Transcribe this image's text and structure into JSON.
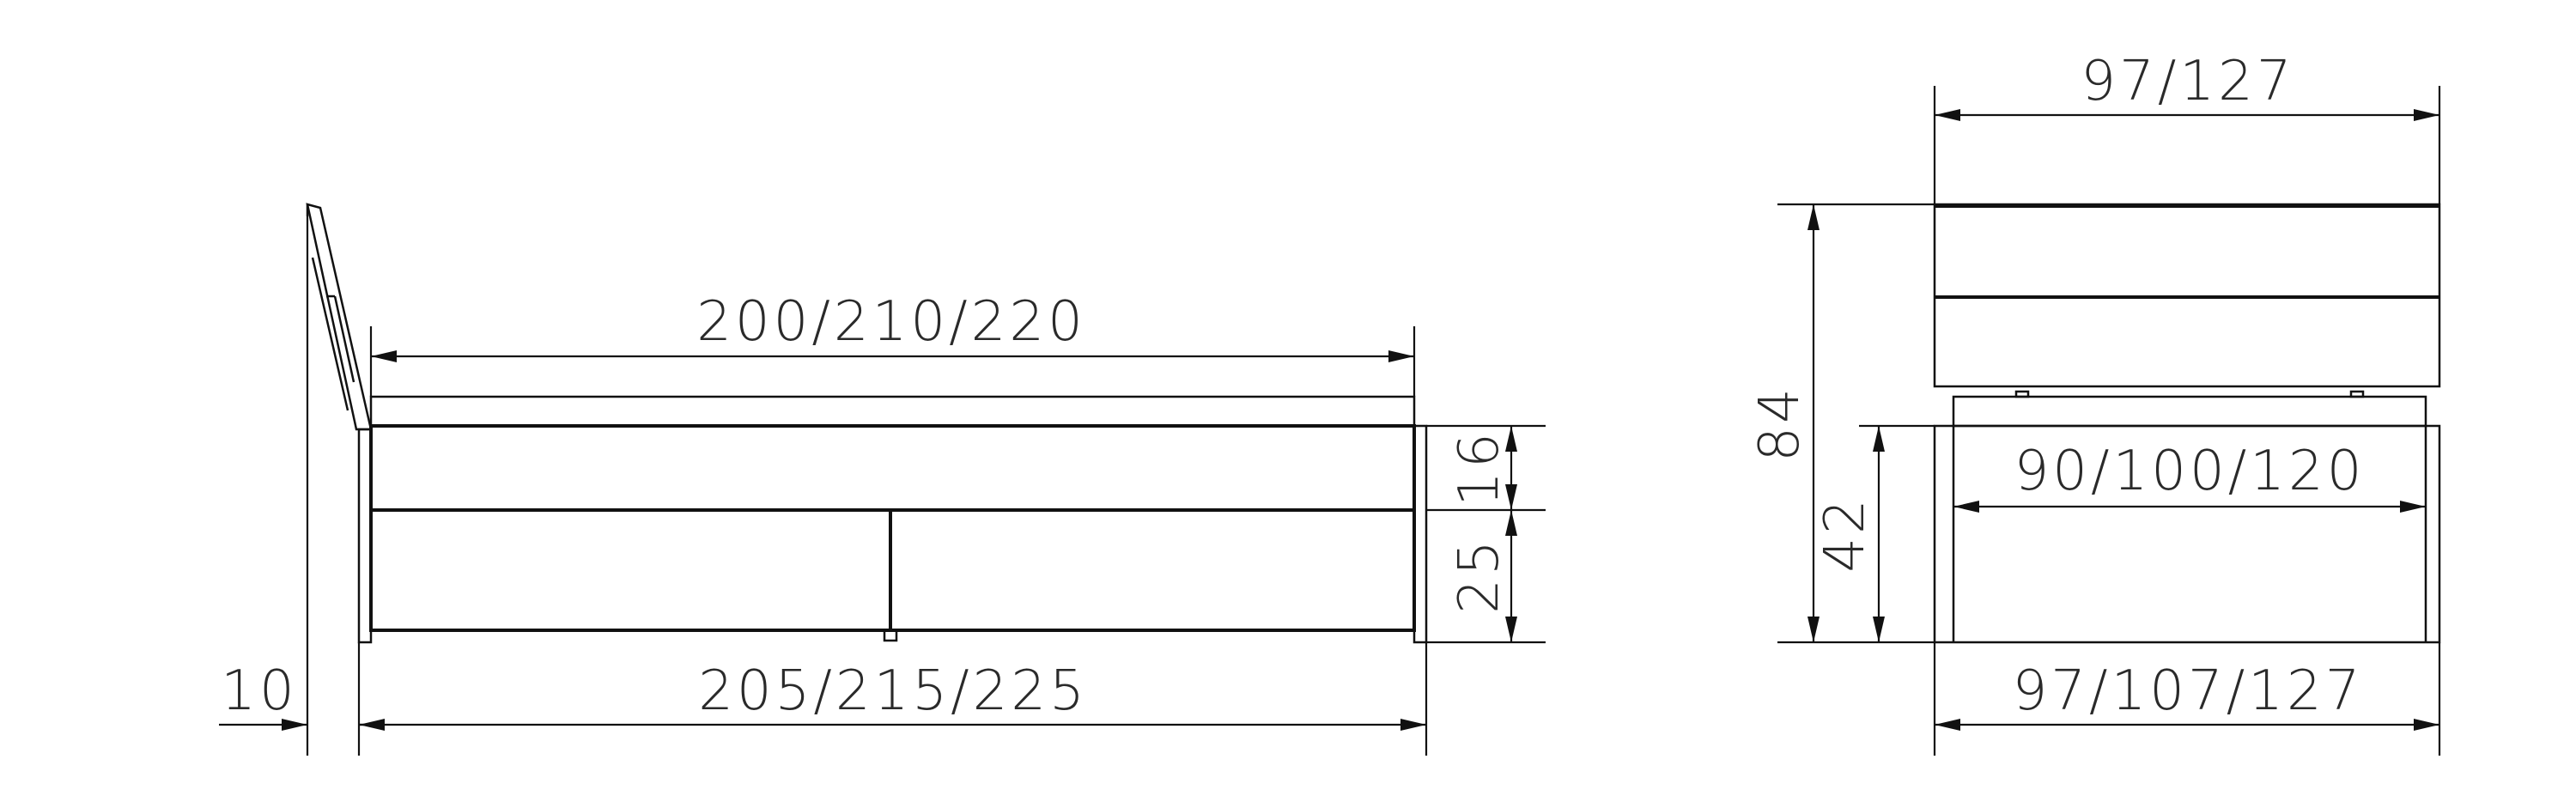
{
  "side_view": {
    "dim_inner_length": "200/210/220",
    "dim_outer_length": "205/215/225",
    "dim_leg_offset": "10",
    "dim_mattress_height": "16",
    "dim_base_height": "25"
  },
  "front_view": {
    "dim_top_width": "97/127",
    "dim_inner_width": "90/100/120",
    "dim_bottom_width": "97/107/127",
    "dim_total_height": "84",
    "dim_base_height": "42"
  }
}
